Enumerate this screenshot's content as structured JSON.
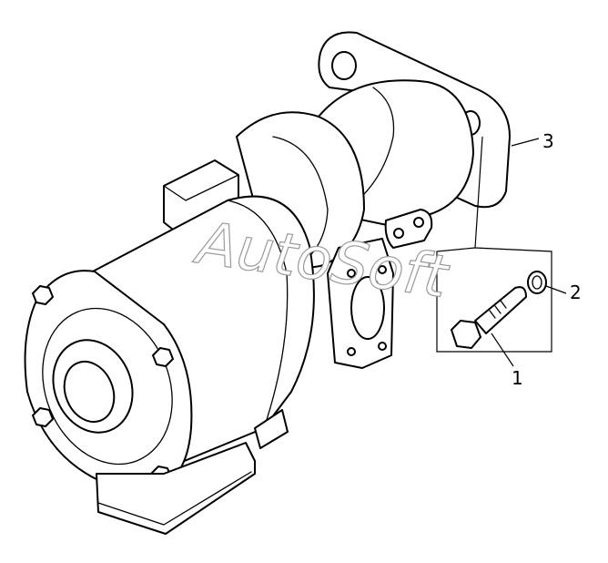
{
  "callouts": [
    {
      "id": "bolt",
      "label": "1"
    },
    {
      "id": "washer",
      "label": "2"
    },
    {
      "id": "pump-assembly",
      "label": "3"
    }
  ],
  "watermark": "AutoSoft",
  "colors": {
    "line": "#000000",
    "background": "#ffffff",
    "watermark_outline": "#9a9a9a"
  }
}
